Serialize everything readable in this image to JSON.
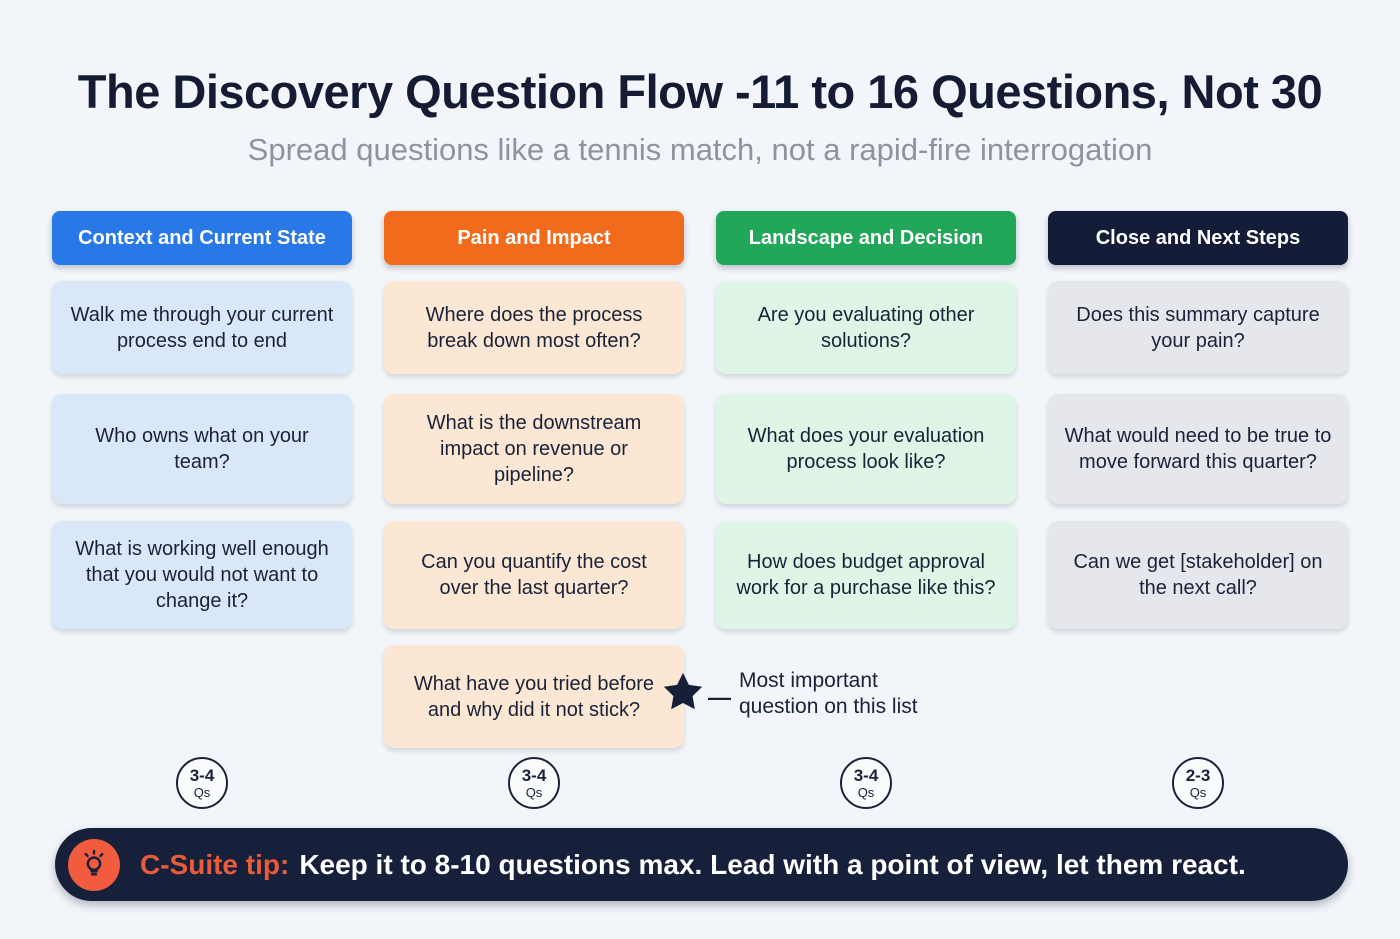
{
  "page": {
    "title": "The Discovery Question Flow -11 to 16 Questions, Not 30",
    "subtitle": "Spread questions like a tennis match, not a rapid-fire interrogation"
  },
  "colors": {
    "background": "#F2F5F9",
    "title_text": "#141B33",
    "subtitle_text": "#8E939F",
    "card_text": "#1A2238",
    "badge_border": "#1A2238",
    "star": "#152038",
    "tip_bar_bg": "#16203A",
    "tip_accent": "#EA5B3A",
    "tip_icon_bg": "#F15B3E"
  },
  "columns": [
    {
      "id": "context",
      "header": "Context and Current State",
      "header_color": "#2878E8",
      "card_color": "#D9E7F9",
      "questions": [
        "Walk me through your current process end to end",
        "Who owns what on your team?",
        "What is working well enough that you would not want to change it?"
      ],
      "badge": {
        "count": "3-4",
        "unit": "Qs"
      }
    },
    {
      "id": "pain",
      "header": "Pain and Impact",
      "header_color": "#F26B1D",
      "card_color": "#FBE7D3",
      "questions": [
        "Where does the process break down most often?",
        "What is the downstream impact on revenue or pipeline?",
        "Can you quantify the cost over the last quarter?",
        "What have you tried before and why did it not stick?"
      ],
      "badge": {
        "count": "3-4",
        "unit": "Qs"
      }
    },
    {
      "id": "landscape",
      "header": "Landscape and Decision",
      "header_color": "#21A65A",
      "card_color": "#DFF5E6",
      "questions": [
        "Are you evaluating other solutions?",
        "What does your evaluation process look like?",
        "How does budget approval work for a purchase like this?"
      ],
      "badge": {
        "count": "3-4",
        "unit": "Qs"
      }
    },
    {
      "id": "close",
      "header": "Close and Next Steps",
      "header_color": "#131D37",
      "card_color": "#E5E7EC",
      "questions": [
        "Does this summary capture your pain?",
        "What would need to be true to move forward this quarter?",
        "Can we get [stakeholder] on the next call?"
      ],
      "badge": {
        "count": "2-3",
        "unit": "Qs"
      }
    }
  ],
  "star_annotation": {
    "icon": "star-icon",
    "dash": "—",
    "label": "Most important question on this list"
  },
  "tip": {
    "icon": "lightbulb-icon",
    "label": "C-Suite tip:",
    "text": "Keep it to 8-10 questions max. Lead with a point of view, let them react."
  }
}
